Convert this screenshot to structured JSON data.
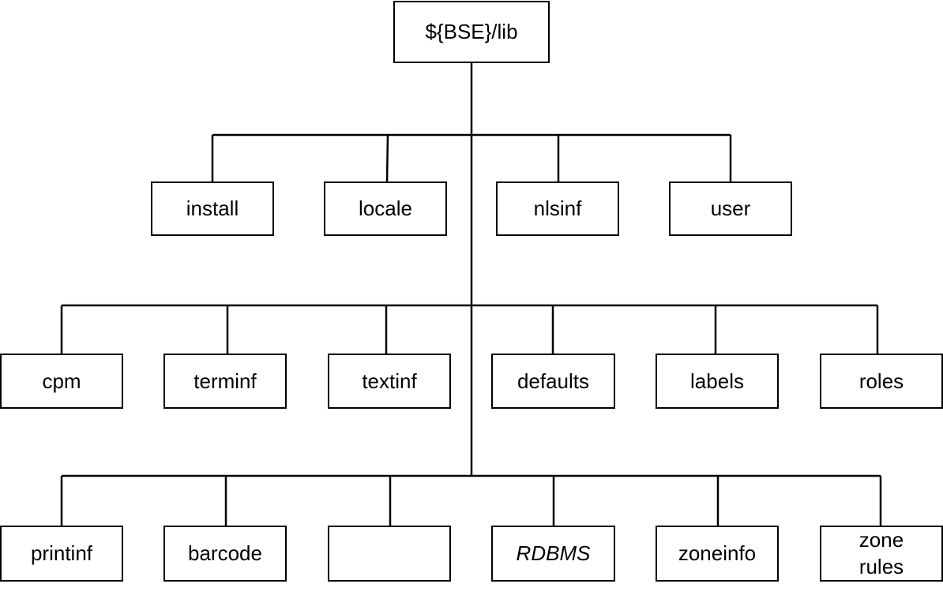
{
  "diagram": {
    "root": {
      "label": "${BSE}/lib"
    },
    "level1": [
      {
        "label": "install"
      },
      {
        "label": "locale"
      },
      {
        "label": "nlsinf"
      },
      {
        "label": "user"
      }
    ],
    "level2": [
      {
        "label": "cpm"
      },
      {
        "label": "terminf"
      },
      {
        "label": "textinf"
      },
      {
        "label": "defaults"
      },
      {
        "label": "labels"
      },
      {
        "label": "roles"
      }
    ],
    "level3": [
      {
        "label": "printinf"
      },
      {
        "label": "barcode"
      },
      {
        "label": ""
      },
      {
        "label": "RDBMS"
      },
      {
        "label": "zoneinfo"
      },
      {
        "label": "zone\nrules"
      }
    ],
    "line_color": "#000000"
  }
}
